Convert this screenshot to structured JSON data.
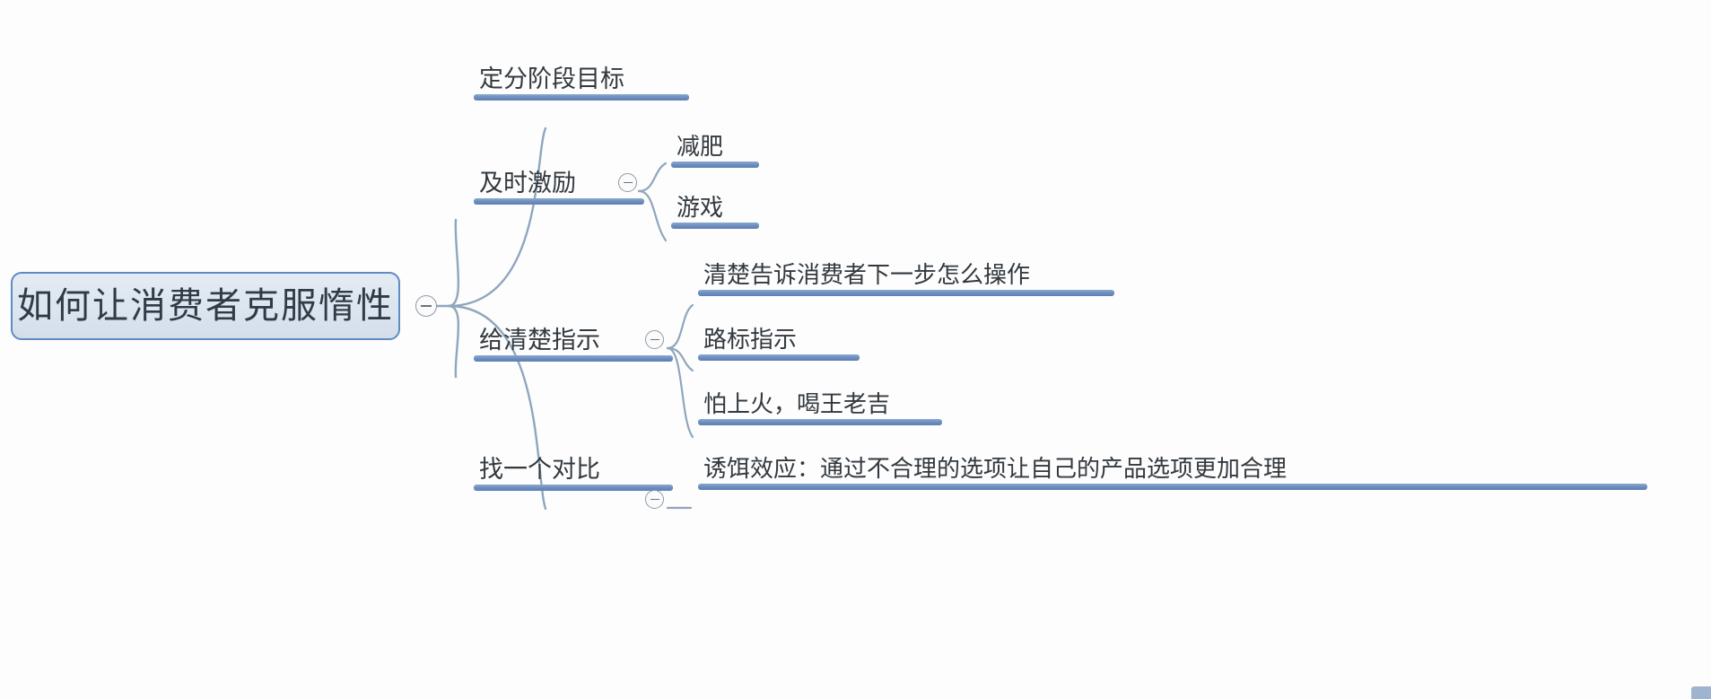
{
  "diagram": {
    "type": "mind-map",
    "root": {
      "label": "如何让消费者克服惰性",
      "toggle_icon": "collapse-minus-icon"
    },
    "branches": [
      {
        "label": "定分阶段目标",
        "has_toggle": false,
        "children": []
      },
      {
        "label": "及时激励",
        "has_toggle": true,
        "toggle_icon": "collapse-minus-icon",
        "children": [
          {
            "label": "减肥"
          },
          {
            "label": "游戏"
          }
        ]
      },
      {
        "label": "给清楚指示",
        "has_toggle": true,
        "toggle_icon": "collapse-minus-icon",
        "children": [
          {
            "label": "清楚告诉消费者下一步怎么操作"
          },
          {
            "label": "路标指示"
          },
          {
            "label": "怕上火，喝王老吉"
          }
        ]
      },
      {
        "label": "找一个对比",
        "has_toggle": true,
        "toggle_icon": "collapse-minus-icon",
        "children": [
          {
            "label": "诱饵效应：通过不合理的选项让自己的产品选项更加合理"
          }
        ]
      }
    ]
  },
  "colors": {
    "root_fill": "#dbe4ef",
    "root_border": "#5e8bc2",
    "branch_bar": "#6b8cbd",
    "connector": "#8fa6bd",
    "text": "#32393f",
    "background": "#fdfdfd"
  }
}
